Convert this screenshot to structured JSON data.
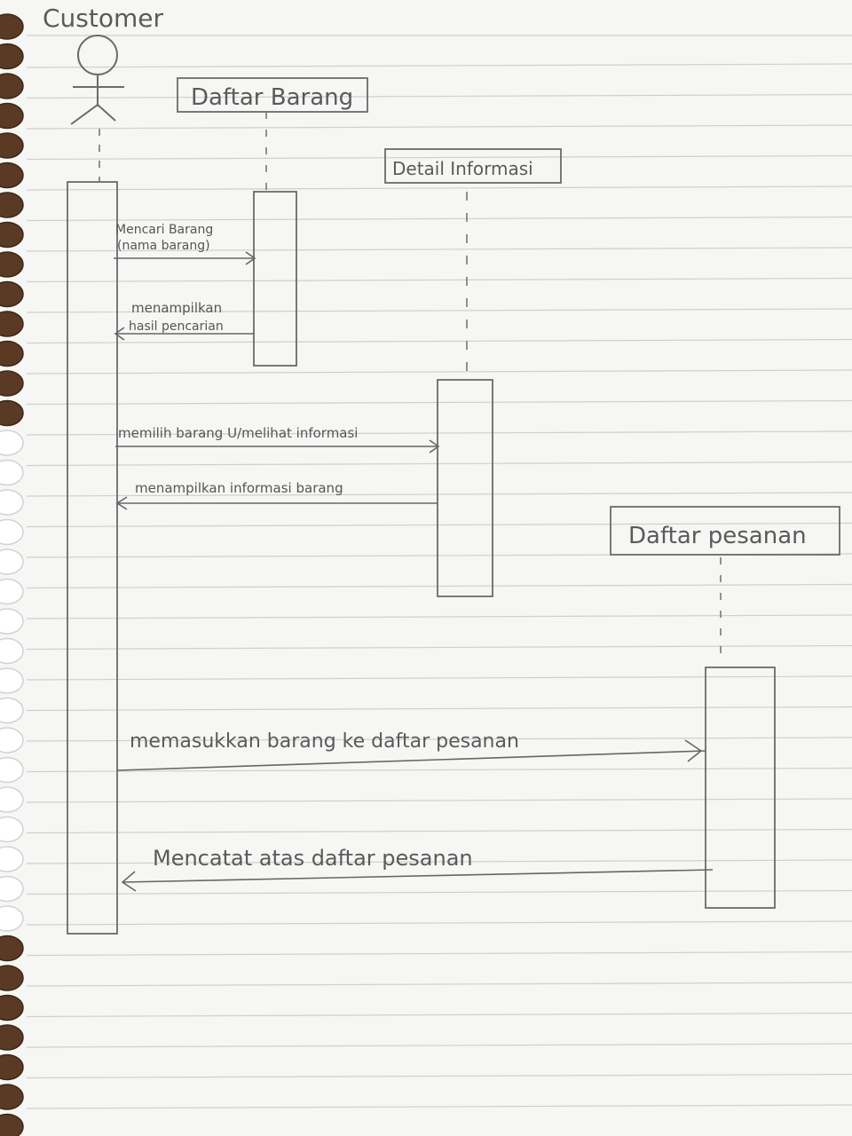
{
  "actor": {
    "name": "Customer"
  },
  "objects": {
    "daftar_barang": "Daftar Barang",
    "detail_informasi": "Detail Informasi",
    "daftar_pesanan": "Daftar pesanan"
  },
  "messages": {
    "m1_line1": "Mencari Barang",
    "m1_line2": "(nama barang)",
    "m2_line1": "menampilkan",
    "m2_line2": "hasil pencarian",
    "m3": "memilih barang U/melihat informasi",
    "m4": "menampilkan informasi barang",
    "m5": "memasukkan barang ke daftar pesanan",
    "m6": "Mencatat atas daftar pesanan"
  },
  "colors": {
    "paper": "#f7f7f5",
    "ruling": "#c9c9c9",
    "pencil": "#6b6b6b",
    "ring": "#5a3a24"
  }
}
